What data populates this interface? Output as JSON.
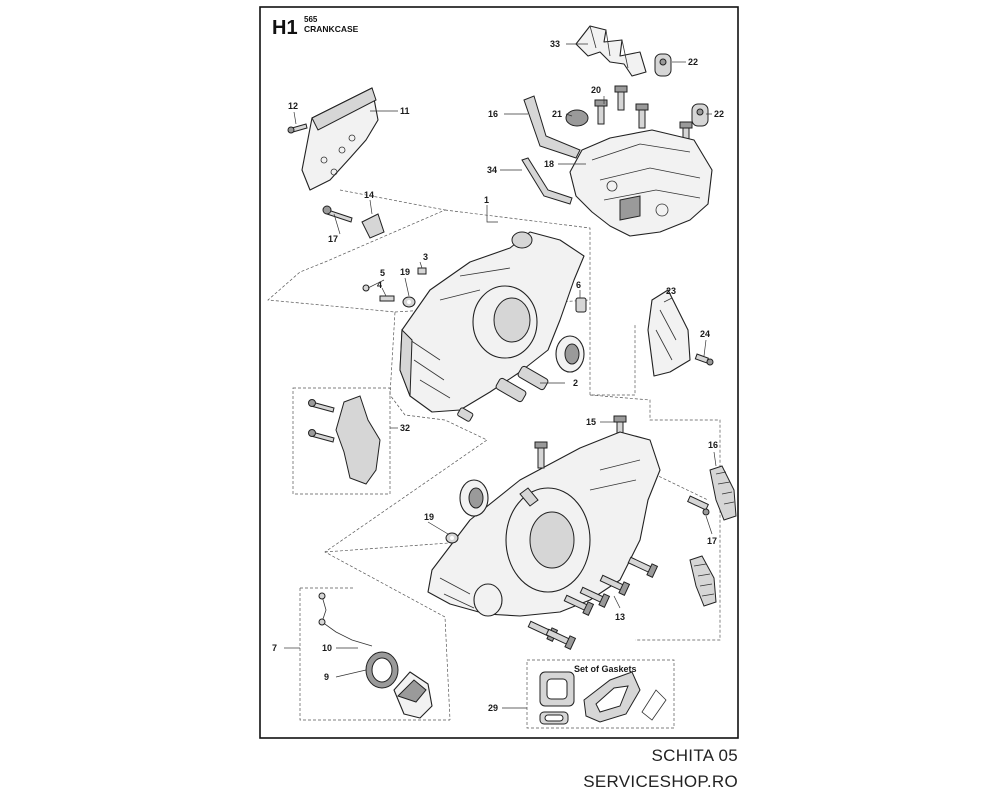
{
  "header": {
    "section_code": "H1",
    "model": "565",
    "title": "CRANKCASE"
  },
  "gasket_box": {
    "label": "Set of Gaskets"
  },
  "callouts": {
    "c1": "1",
    "c2": "2",
    "c3": "3",
    "c4": "4",
    "c5": "5",
    "c6": "6",
    "c7": "7",
    "c9": "9",
    "c10": "10",
    "c11": "11",
    "c12": "12",
    "c13": "13",
    "c14": "14",
    "c15": "15",
    "c16a": "16",
    "c16b": "16",
    "c17a": "17",
    "c17b": "17",
    "c18": "18",
    "c19a": "19",
    "c19b": "19",
    "c20": "20",
    "c21": "21",
    "c22a": "22",
    "c22b": "22",
    "c23": "23",
    "c24": "24",
    "c29": "29",
    "c32": "32",
    "c33": "33",
    "c34": "34"
  },
  "footer": {
    "sheet": "SCHITA 05",
    "site": "SERVICESHOP.RO"
  }
}
